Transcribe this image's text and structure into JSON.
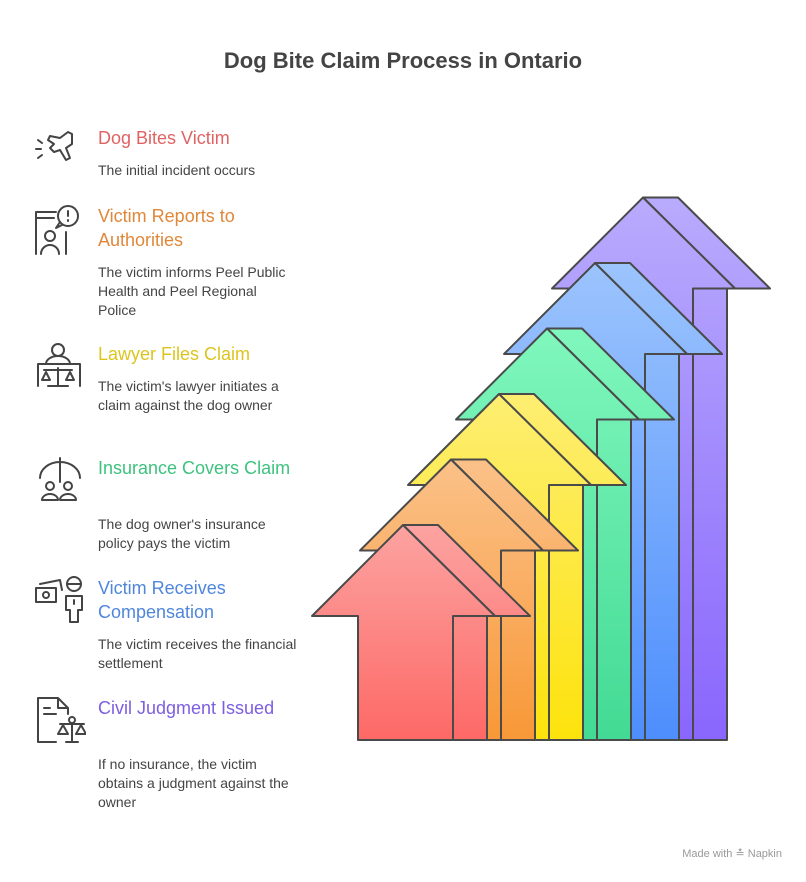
{
  "title": "Dog Bite Claim Process in Ontario",
  "steps": [
    {
      "title": "Dog Bites Victim",
      "description": "The initial incident occurs",
      "icon": "dog-bite-icon",
      "color": "#e06363"
    },
    {
      "title": "Victim Reports to Authorities",
      "description": "The victim informs Peel Public Health and Peel Regional Police",
      "icon": "phone-alert-person-icon",
      "color": "#e0873a"
    },
    {
      "title": "Lawyer Files Claim",
      "description": "The victim's lawyer initiates a claim against the dog owner",
      "icon": "lawyer-scales-icon",
      "color": "#dcc51e"
    },
    {
      "title": "Insurance Covers Claim",
      "description": "The dog owner's insurance policy pays the victim",
      "icon": "umbrella-people-icon",
      "color": "#3fc27f"
    },
    {
      "title": "Victim Receives Compensation",
      "description": "The victim receives the financial settlement",
      "icon": "money-person-icon",
      "color": "#4f86dc"
    },
    {
      "title": "Civil Judgment Issued",
      "description": "If no insurance, the victim obtains a judgment against the owner",
      "icon": "document-scales-icon",
      "color": "#7b5fe0"
    }
  ],
  "arrow_colors": [
    {
      "top": "#fca3a1",
      "bottom": "#fd6966"
    },
    {
      "top": "#fbc189",
      "bottom": "#f89837"
    },
    {
      "top": "#fdee72",
      "bottom": "#fde30c"
    },
    {
      "top": "#80f7bd",
      "bottom": "#42da94"
    },
    {
      "top": "#9cc4fd",
      "bottom": "#4d8efd"
    },
    {
      "top": "#b9abfd",
      "bottom": "#8966fd"
    }
  ],
  "footer": {
    "made_with": "Made with",
    "brand": "Napkin"
  }
}
